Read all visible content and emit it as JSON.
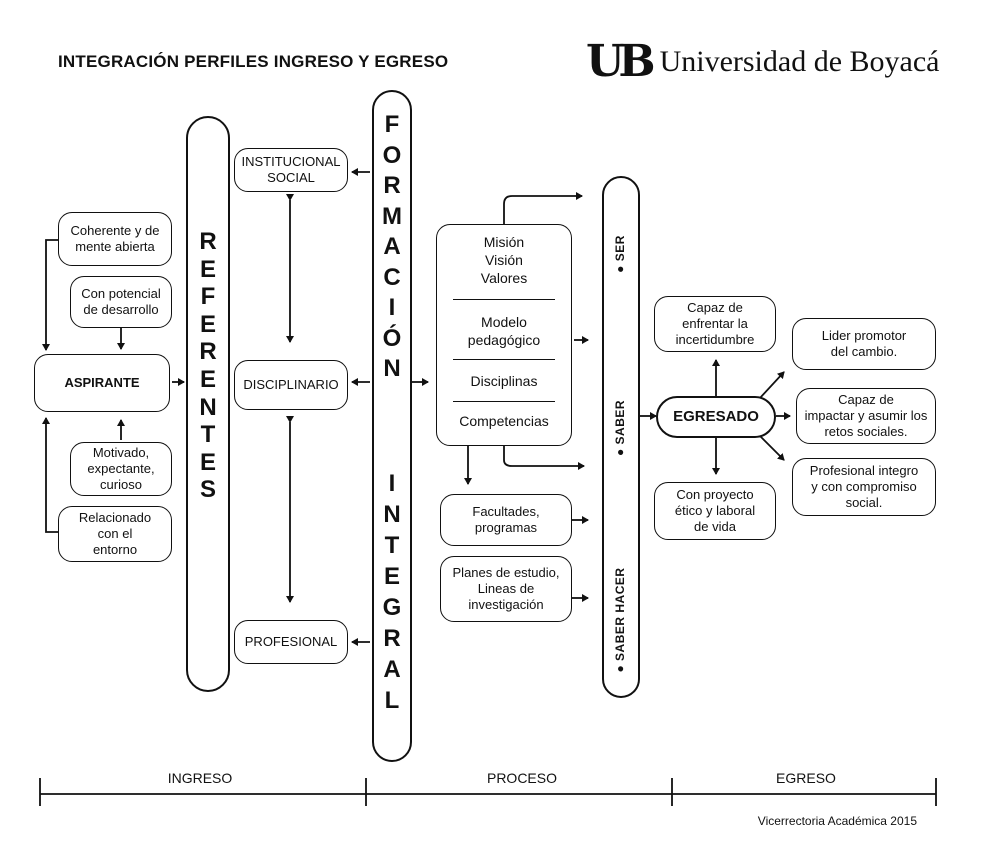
{
  "title": "INTEGRACIÓN PERFILES INGRESO Y EGRESO",
  "logo": {
    "mark": "UB",
    "name": "Universidad de Boyacá"
  },
  "referentes_letters": [
    "R",
    "E",
    "F",
    "E",
    "R",
    "E",
    "N",
    "T",
    "E",
    "S"
  ],
  "formacion_letters": [
    "F",
    "O",
    "R",
    "M",
    "A",
    "C",
    "I",
    "Ó",
    "N"
  ],
  "integral_letters": [
    "I",
    "N",
    "T",
    "E",
    "G",
    "R",
    "A",
    "L"
  ],
  "aspirante": {
    "label": "ASPIRANTE",
    "traits": {
      "coherente": "Coherente y de\nmente abierta",
      "potencial": "Con potencial\nde desarrollo",
      "motivado": "Motivado,\nexpectante,\ncurioso",
      "relacionado": "Relacionado\ncon el\nentorno"
    }
  },
  "referentes_boxes": {
    "institucional": "INSTITUCIONAL\nSOCIAL",
    "disciplinario": "DISCIPLINARIO",
    "profesional": "PROFESIONAL"
  },
  "proceso": {
    "mision": "Misión\nVisión\nValores",
    "modelo": "Modelo\npedagógico",
    "disciplinas": "Disciplinas",
    "competencias": "Competencias",
    "facultades": "Facultades,\nprogramas",
    "planes": "Planes de estudio,\nLineas de\ninvestigación"
  },
  "saberes": {
    "ser": "● SER",
    "saber": "● SABER",
    "saber_hacer": "● SABER HACER"
  },
  "egresado": {
    "label": "EGRESADO",
    "traits": {
      "incertidumbre": "Capaz de\nenfrentar la\nincertidumbre",
      "proyecto": "Con proyecto\nético y laboral\nde vida",
      "lider": "Lider promotor\ndel cambio.",
      "impactar": "Capaz de\nimpactar y asumir los\nretos sociales.",
      "profesional": "Profesional integro\ny con compromiso\nsocial."
    }
  },
  "timeline": {
    "ingreso": "INGRESO",
    "proceso": "PROCESO",
    "egreso": "EGRESO"
  },
  "footer": "Vicerrectoria Académica 2015"
}
